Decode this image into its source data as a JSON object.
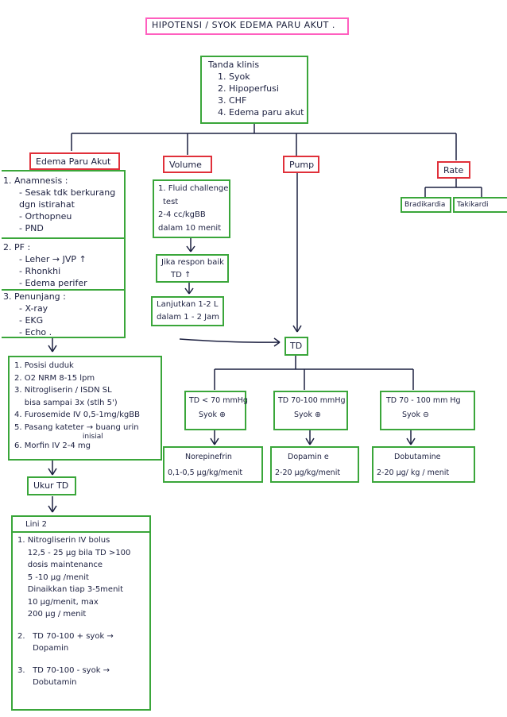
{
  "title": "HIPOTENSI / SYOK EDEMA PARU AKUT .",
  "tanda_klinis": {
    "heading": "Tanda klinis",
    "items": [
      "1. Syok",
      "2. Hipoperfusi",
      "3. CHF",
      "4. Edema paru akut"
    ]
  },
  "branches": {
    "edema": "Edema Paru Akut",
    "volume": "Volume",
    "pump": "Pump",
    "rate": "Rate"
  },
  "rate_children": {
    "brady": "Bradikardia",
    "taki": "Takikardi"
  },
  "anamnesis": {
    "heading": "1. Anamnesis :",
    "items": [
      "- Sesak tdk berkurang",
      "  dgn istirahat",
      "- Orthopneu",
      "- PND"
    ]
  },
  "pf": {
    "heading": "2. PF :",
    "items": [
      "- Leher → JVP ↑",
      "- Rhonkhi",
      "- Edema perifer"
    ]
  },
  "penunjang": {
    "heading": "3. Penunjang :",
    "items": [
      "- X-ray",
      "- EKG",
      "- Echo ."
    ]
  },
  "tatalaksana": [
    "1. Posisi duduk",
    "2. O2 NRM 8-15 lpm",
    "3. Nitrogliserin / ISDN SL",
    "    bisa sampai 3x (stlh 5')",
    "4. Furosemide IV 0,5-1mg/kgBB",
    "5. Pasang kateter → buang urin",
    "                              inisial",
    "6. Morfin IV 2-4 mg"
  ],
  "ukur_td": "Ukur TD",
  "lini2": {
    "heading": "Lini 2",
    "items": [
      "1. Nitrogliserin IV bolus",
      "    12,5 - 25 µg bila TD >100",
      "    dosis maintenance",
      "    5 -10 µg /menit",
      "    Dinaikkan tiap 3-5menit",
      "    10 µg/menit, max",
      "    200 µg / menit",
      "",
      "2.   TD 70-100 + syok →",
      "      Dopamin",
      "",
      "3.   TD 70-100 - syok →",
      "      Dobutamin"
    ]
  },
  "volume_boxes": {
    "fluid": [
      "1. Fluid challenge",
      "test",
      "2-4 cc/kgBB",
      "dalam 10 menit"
    ],
    "respon": [
      "Jika respon baik",
      "TD ↑"
    ],
    "lanjut": [
      "Lanjutkan 1-2 L",
      "dalam 1 - 2 Jam"
    ]
  },
  "td": "TD",
  "td_levels": [
    {
      "cond": "TD < 70 mmHg",
      "syok": "Syok ⊕",
      "drug": "Norepinefrin",
      "dose": "0,1-0,5 µg/kg/menit"
    },
    {
      "cond": "TD 70-100 mmHg",
      "syok": "Syok ⊕",
      "drug": "Dopamin e",
      "dose": "2-20 µg/kg/menit"
    },
    {
      "cond": "TD 70 - 100 mm Hg",
      "syok": "Syok ⊖",
      "drug": "Dobutamine",
      "dose": "2-20 µg/ kg / menit"
    }
  ],
  "colors": {
    "green": "#3aa63a",
    "red": "#e0303a",
    "pink": "#ff5fbf",
    "ink": "#1c2040"
  }
}
